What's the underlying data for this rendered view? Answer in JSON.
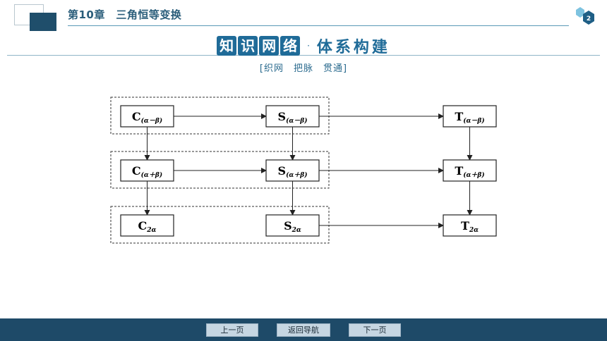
{
  "header": {
    "chapter_title": "第10章　三角恒等变换",
    "page_badge": "2"
  },
  "section": {
    "title_chars": [
      "知",
      "识",
      "网",
      "络"
    ],
    "title_dot": "·",
    "title_sub": "体系构建",
    "subtitle": "[织网　把脉　贯通]"
  },
  "diagram": {
    "nodes": [
      {
        "id": "c-minus",
        "main": "C",
        "sub": "(α－β)"
      },
      {
        "id": "s-minus",
        "main": "S",
        "sub": "(α－β)"
      },
      {
        "id": "t-minus",
        "main": "T",
        "sub": "(α－β)"
      },
      {
        "id": "c-plus",
        "main": "C",
        "sub": "(α＋β)"
      },
      {
        "id": "s-plus",
        "main": "S",
        "sub": "(α＋β)"
      },
      {
        "id": "t-plus",
        "main": "T",
        "sub": "(α＋β)"
      },
      {
        "id": "c-double",
        "main": "C",
        "sub": "2α"
      },
      {
        "id": "s-double",
        "main": "S",
        "sub": "2α"
      },
      {
        "id": "t-double",
        "main": "T",
        "sub": "2α"
      }
    ],
    "edges": [
      [
        "c-minus",
        "s-minus"
      ],
      [
        "s-minus",
        "t-minus"
      ],
      [
        "c-plus",
        "s-plus"
      ],
      [
        "s-plus",
        "t-plus"
      ],
      [
        "s-double",
        "t-double"
      ],
      [
        "c-minus",
        "c-plus"
      ],
      [
        "s-minus",
        "s-plus"
      ],
      [
        "t-minus",
        "t-plus"
      ],
      [
        "c-plus",
        "c-double"
      ],
      [
        "s-plus",
        "s-double"
      ],
      [
        "t-plus",
        "t-double"
      ]
    ]
  },
  "footer": {
    "prev_label": "上一页",
    "home_label": "返回导航",
    "next_label": "下一页"
  }
}
